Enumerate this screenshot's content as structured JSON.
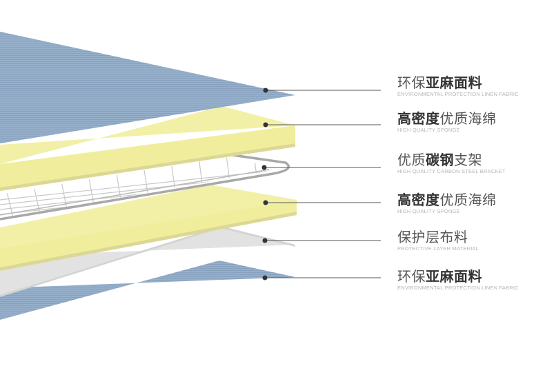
{
  "layers": [
    {
      "title_plain_before": "环保",
      "title_bold": "亚麻面料",
      "title_plain_after": "",
      "subtitle": "ENVIRONMENTAL PROTECTION LINEN FABRIC"
    },
    {
      "title_plain_before": "",
      "title_bold": "高密度",
      "title_plain_after": "优质海绵",
      "subtitle": "HIGH QUALITY SPONGE"
    },
    {
      "title_plain_before": "优质",
      "title_bold": "碳钢",
      "title_plain_after": "支架",
      "subtitle": "HIGH QUALITY CARBON STEEL BRACKET"
    },
    {
      "title_plain_before": "",
      "title_bold": "高密度",
      "title_plain_after": "优质海绵",
      "subtitle": "HIGH QUALITY SPONGE"
    },
    {
      "title_plain_before": "保护层布料",
      "title_bold": "",
      "title_plain_after": "",
      "subtitle": "PROTECTIVE LAYER MATERIAL"
    },
    {
      "title_plain_before": "环保",
      "title_bold": "亚麻面料",
      "title_plain_after": "",
      "subtitle": "ENVIRONMENTAL PROTECTION LINEN FABRIC"
    }
  ],
  "colors": {
    "fabric": "#8fa9c6",
    "fabric_dark": "#7f9ab8",
    "sponge_top": "#f1f0a6",
    "sponge_side": "#e4e0a3",
    "mesh_wire": "#c8c8c8",
    "frame": "#a8a8a8",
    "protective": "#e2e2e2",
    "leader": "#555555",
    "dot": "#333333"
  }
}
